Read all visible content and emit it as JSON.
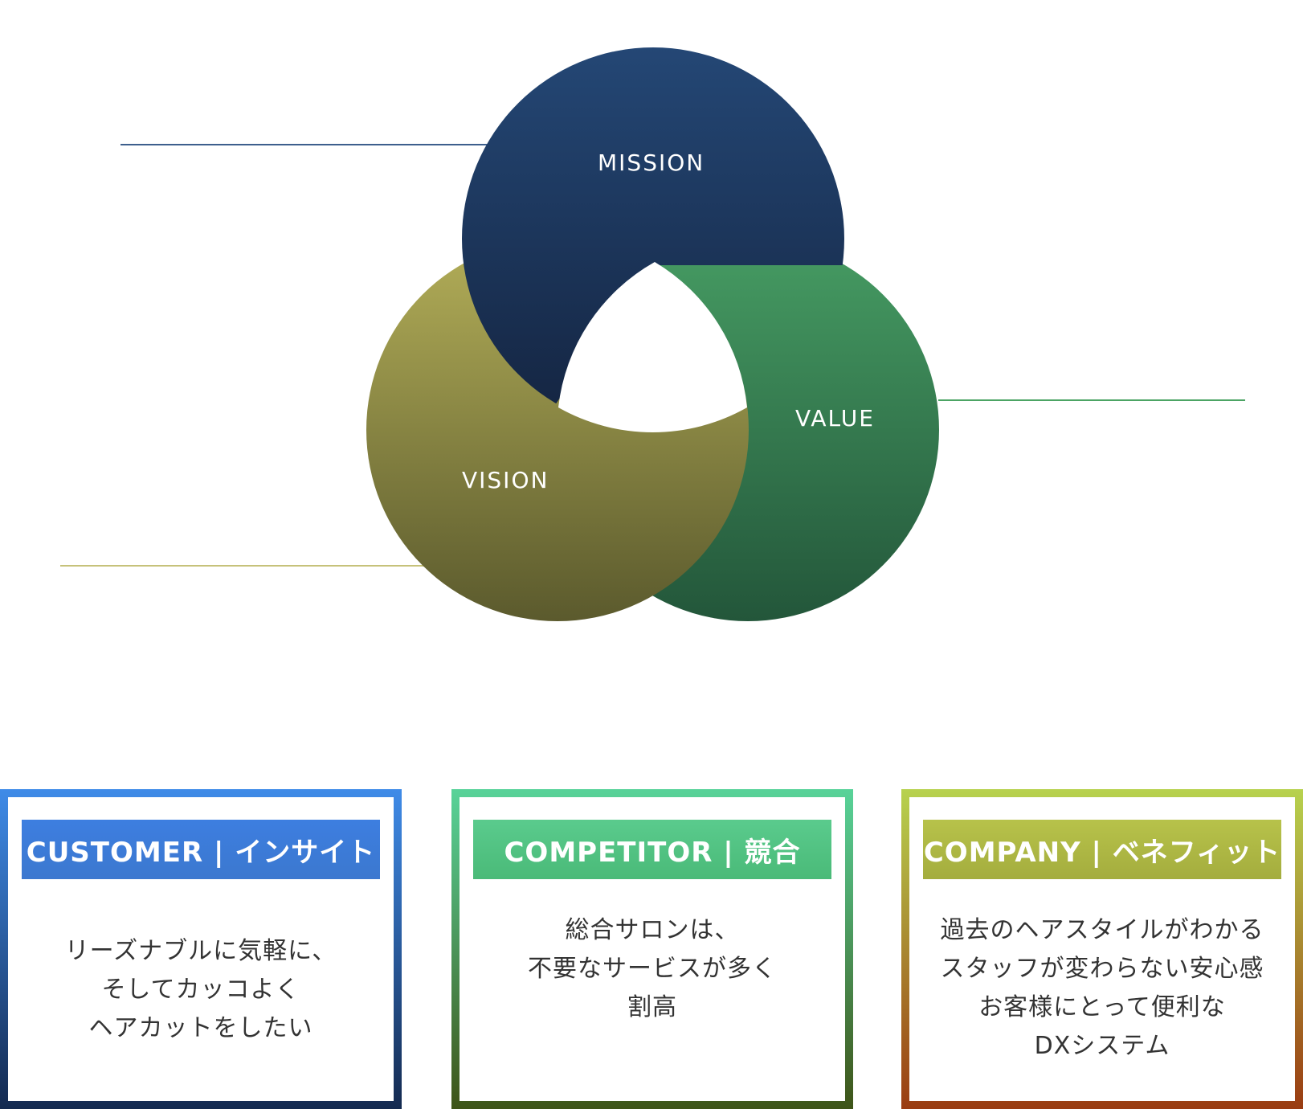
{
  "diagram": {
    "circles": {
      "mission": {
        "label": "MISSION",
        "color_top": "#244775",
        "color_bottom": "#142440"
      },
      "value": {
        "label": "VALUE",
        "color_top": "#469c63",
        "color_bottom": "#23563a"
      },
      "vision": {
        "label": "VISION",
        "color_top": "#b3ae58",
        "color_bottom": "#5b5a2d"
      }
    },
    "connector_colors": {
      "mission": "#3d5f8d",
      "value": "#4ca464",
      "vision": "#c6c27a"
    }
  },
  "cards": [
    {
      "header": "CUSTOMER | インサイト",
      "lines": [
        "リーズナブルに気軽に、",
        "そしてカッコよく",
        "ヘアカットをしたい"
      ],
      "header_colors": [
        "#3d7ee0",
        "#3c78cf"
      ],
      "border_colors": [
        "#3f8be8",
        "#142a50"
      ]
    },
    {
      "header": "COMPETITOR | 競合",
      "lines": [
        "総合サロンは、",
        "不要なサービスが多く",
        "割高"
      ],
      "header_colors": [
        "#5acb8d",
        "#4aba78"
      ],
      "border_colors": [
        "#58d399",
        "#3e5418"
      ]
    },
    {
      "header": "COMPANY | ベネフィット",
      "lines": [
        "過去のヘアスタイルがわかる",
        "スタッフが変わらない安心感",
        "お客様にとって便利な",
        "DXシステム"
      ],
      "header_colors": [
        "#b7c24a",
        "#a4ad3e"
      ],
      "border_colors": [
        "#b7d24e",
        "#9a3c12"
      ]
    }
  ]
}
